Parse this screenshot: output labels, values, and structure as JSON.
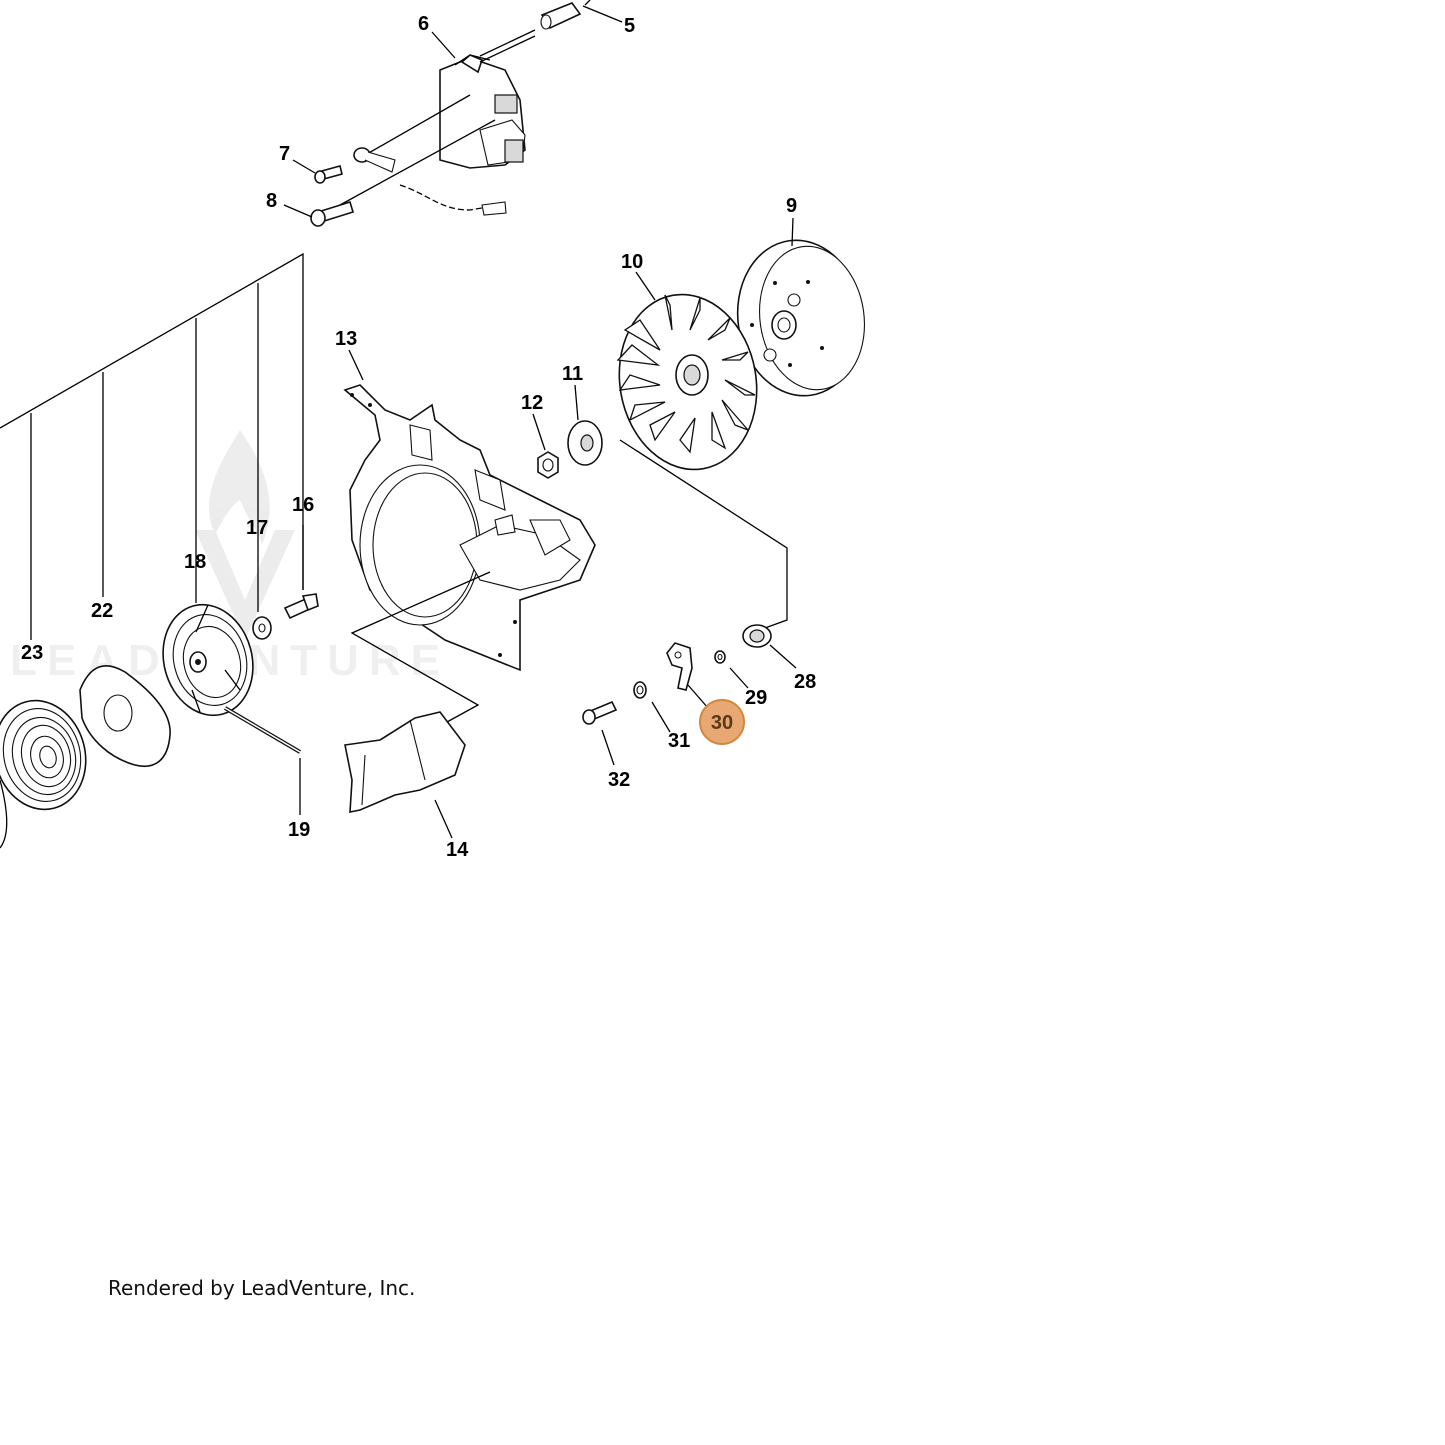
{
  "diagram": {
    "part_labels": {
      "p5": "5",
      "p6": "6",
      "p7": "7",
      "p8": "8",
      "p9": "9",
      "p10": "10",
      "p11": "11",
      "p12": "12",
      "p13": "13",
      "p14": "14",
      "p16": "16",
      "p17": "17",
      "p18": "18",
      "p19": "19",
      "p22": "22",
      "p23": "23",
      "p28": "28",
      "p29": "29",
      "p31": "31",
      "p32": "32"
    },
    "highlighted_part": {
      "label": "30",
      "color": "#e8a874",
      "border_color": "#d4873f"
    },
    "watermark": "LEADVENTURE"
  },
  "footer": {
    "text": "Rendered by LeadVenture, Inc."
  }
}
